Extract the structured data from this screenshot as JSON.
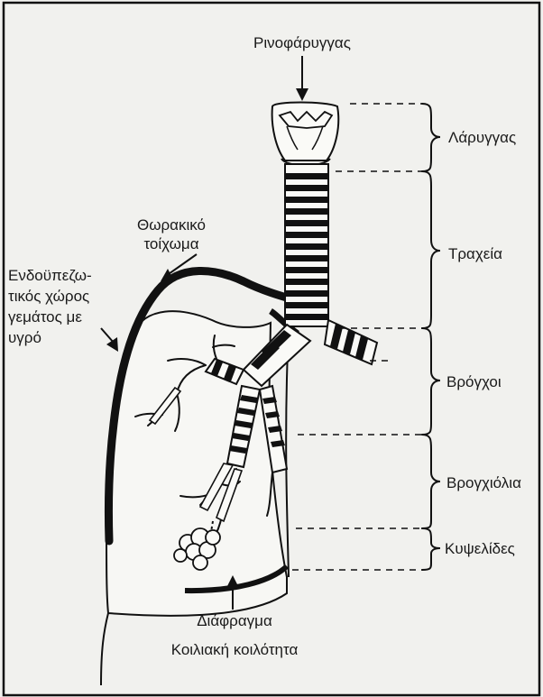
{
  "labels": {
    "nasopharynx": "Ρινοφάρυγγας",
    "larynx": "Λάρυγγας",
    "trachea": "Τραχεία",
    "bronchi": "Βρόγχοι",
    "bronchioles": "Βρογχιόλια",
    "alveoli": "Κυψελίδες",
    "thoracic_wall_1": "Θωρακικό",
    "thoracic_wall_2": "τοίχωμα",
    "pleural_1": "Ενδοϋπεζω-",
    "pleural_2": "τικός χώρος",
    "pleural_3": "γεμάτος με",
    "pleural_4": "υγρό",
    "diaphragm": "Διάφραγμα",
    "abdominal_cavity": "Κοιλιακή κοιλότητα"
  },
  "colors": {
    "background": "#f1f1ee",
    "ink": "#111111"
  }
}
